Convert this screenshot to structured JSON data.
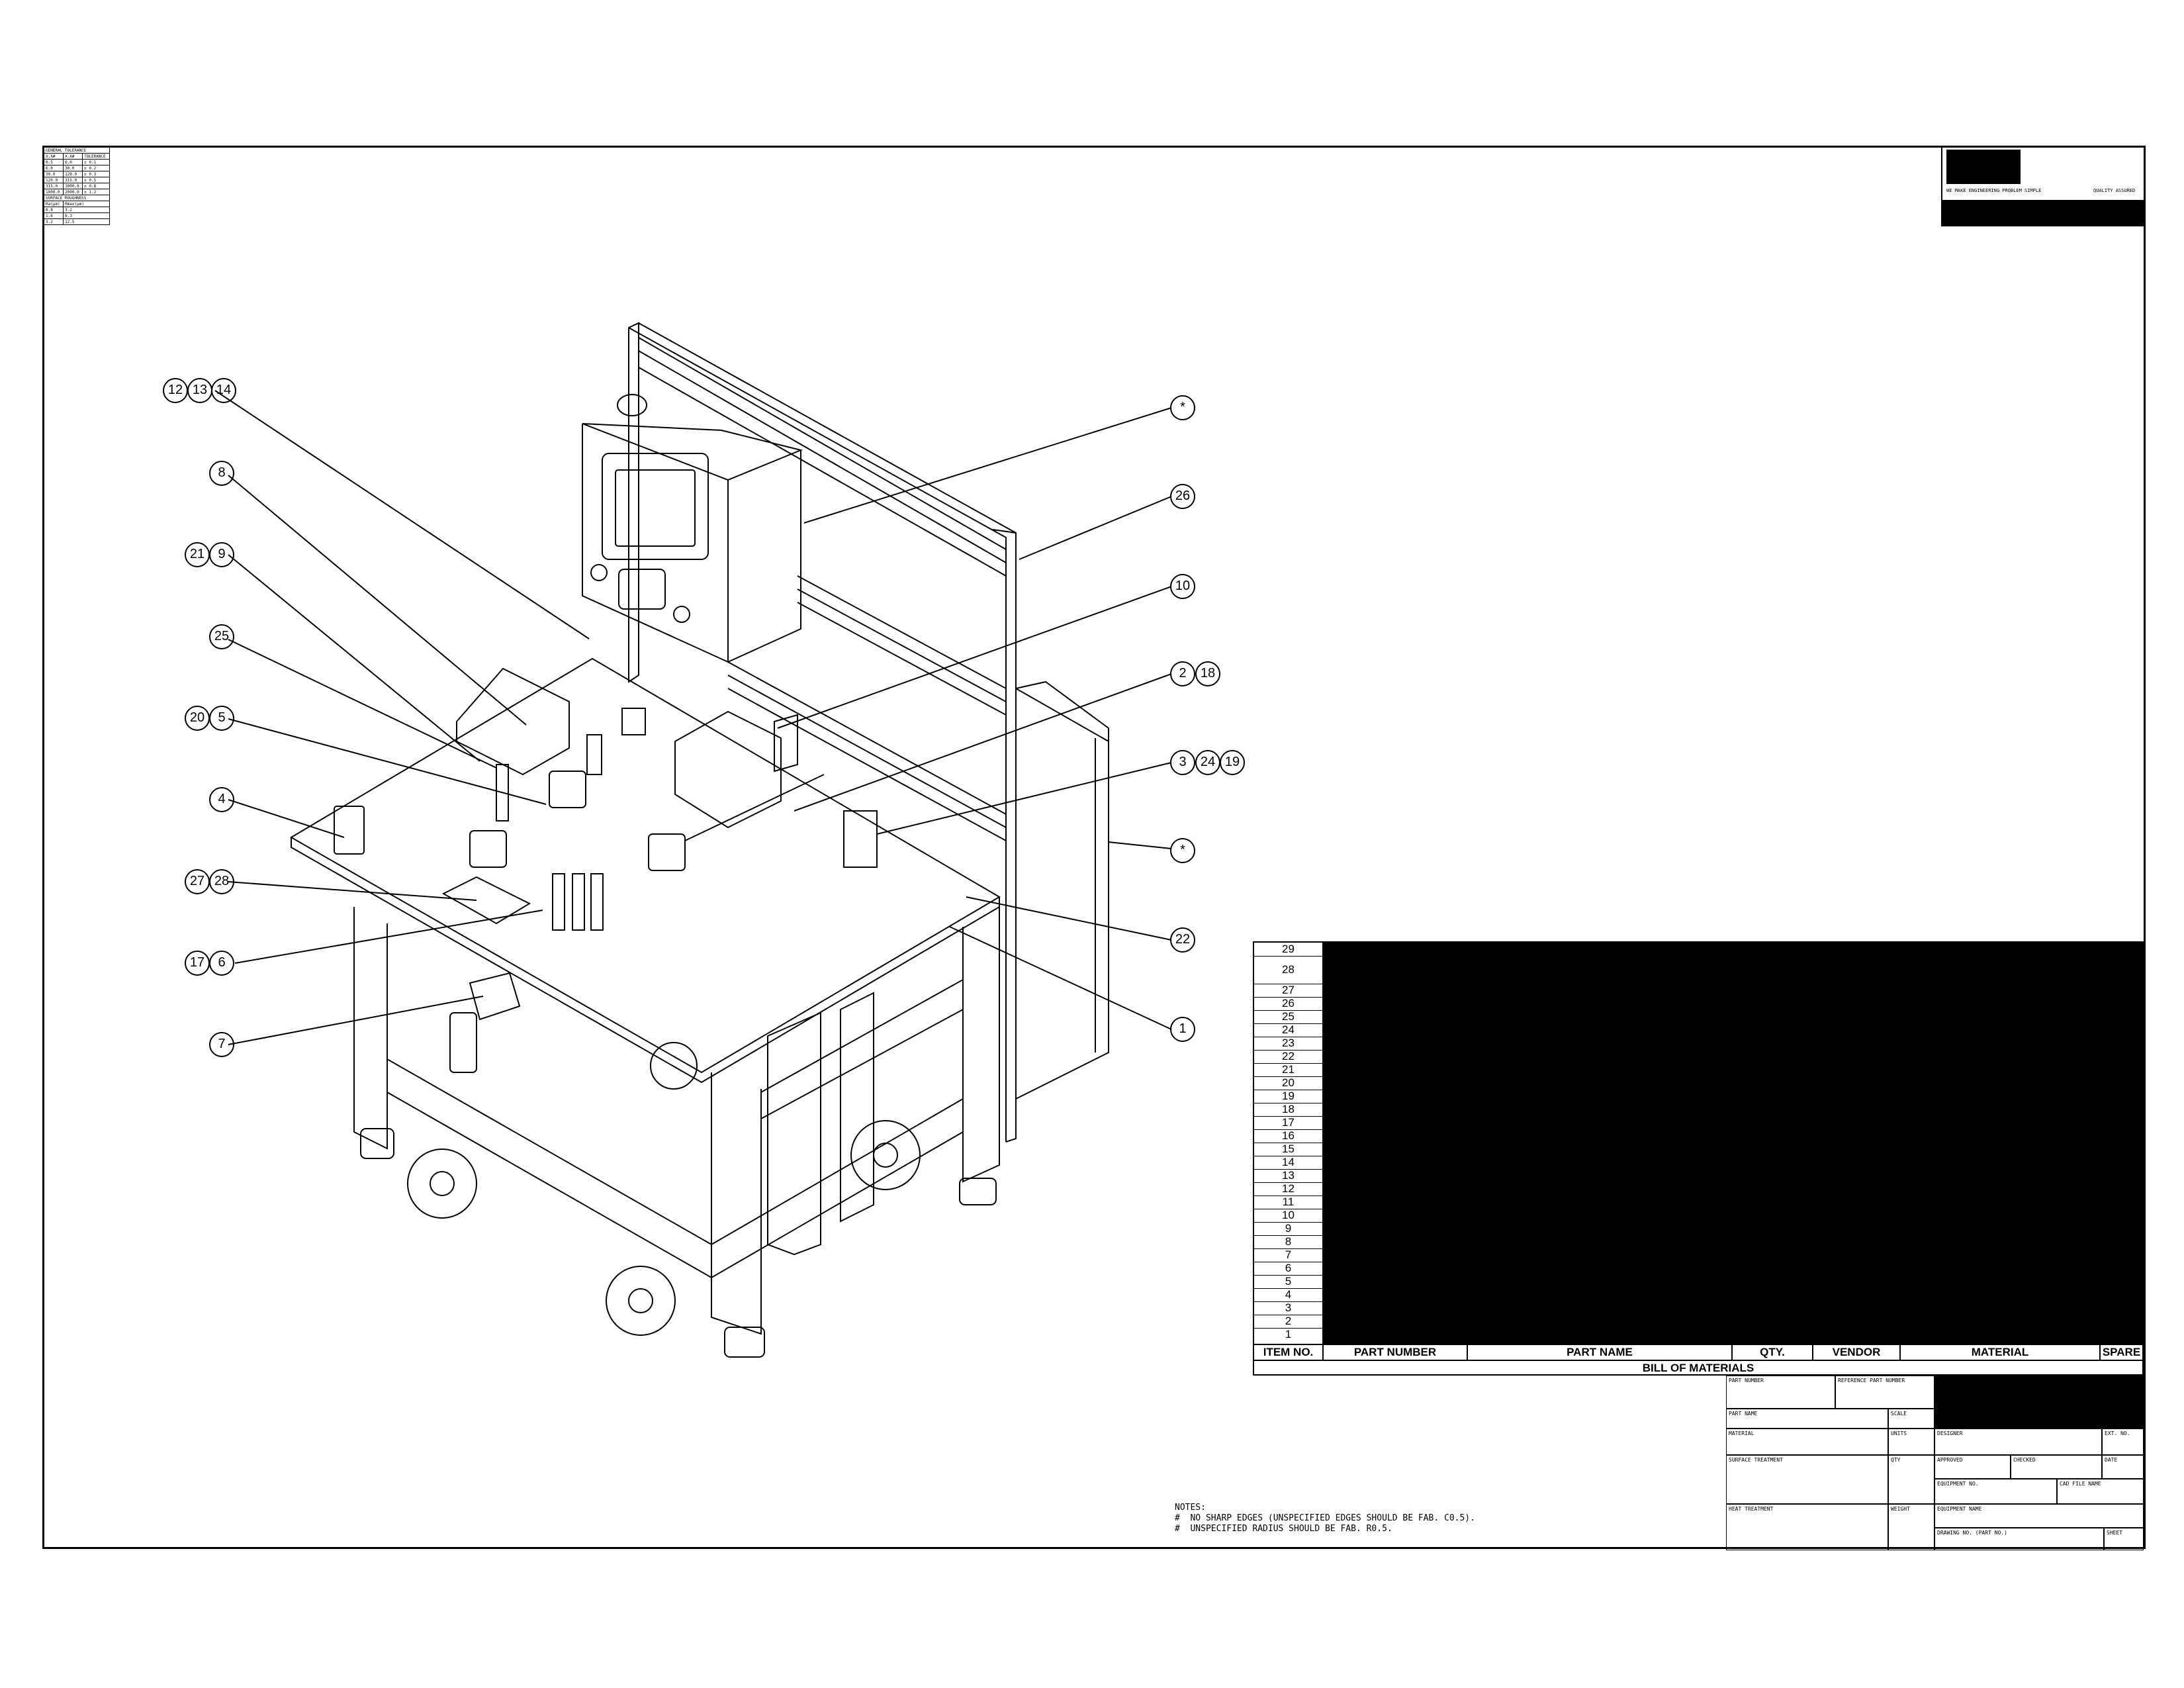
{
  "tolerance_table": {
    "title": "GENERAL TOLERANCE",
    "header": [
      "X.X#",
      "X.X#",
      "TOLERANCE"
    ],
    "rows": [
      [
        "0.5",
        "6.0",
        "± 0.1"
      ],
      [
        "6.0",
        "30.0",
        "± 0.2"
      ],
      [
        "30.0",
        "120.0",
        "± 0.3"
      ],
      [
        "120.0",
        "315.0",
        "± 0.5"
      ],
      [
        "315.0",
        "1000.0",
        "± 0.8"
      ],
      [
        "1000.0",
        "2000.0",
        "± 1.2"
      ]
    ],
    "roughness_title": "SURFACE ROUGHNESS",
    "roughness_header": [
      "Ra(μm)",
      "Rmax(μm)"
    ],
    "roughness_rows": [
      [
        "0.8",
        "3.2"
      ],
      [
        "1.6",
        "6.3"
      ],
      [
        "3.2",
        "12.5"
      ]
    ]
  },
  "top_right": {
    "left_text": "WE MAKE ENGINEERING PROBLEM SIMPLE",
    "right_text": "QUALITY ASSURED"
  },
  "balloons": [
    {
      "id": "b12",
      "label": "12"
    },
    {
      "id": "b13",
      "label": "13"
    },
    {
      "id": "b14",
      "label": "14"
    },
    {
      "id": "b8",
      "label": "8"
    },
    {
      "id": "b21",
      "label": "21"
    },
    {
      "id": "b9",
      "label": "9"
    },
    {
      "id": "b25",
      "label": "25"
    },
    {
      "id": "b20",
      "label": "20"
    },
    {
      "id": "b5",
      "label": "5"
    },
    {
      "id": "b4",
      "label": "4"
    },
    {
      "id": "b27",
      "label": "27"
    },
    {
      "id": "b28",
      "label": "28"
    },
    {
      "id": "b17",
      "label": "17"
    },
    {
      "id": "b6",
      "label": "6"
    },
    {
      "id": "b7",
      "label": "7"
    },
    {
      "id": "bstar1",
      "label": "*"
    },
    {
      "id": "b26",
      "label": "26"
    },
    {
      "id": "b10",
      "label": "10"
    },
    {
      "id": "b2",
      "label": "2"
    },
    {
      "id": "b18",
      "label": "18"
    },
    {
      "id": "b3",
      "label": "3"
    },
    {
      "id": "b24",
      "label": "24"
    },
    {
      "id": "b19",
      "label": "19"
    },
    {
      "id": "bstar2",
      "label": "*"
    },
    {
      "id": "b22",
      "label": "22"
    },
    {
      "id": "b1",
      "label": "1"
    }
  ],
  "bom": {
    "item_numbers": [
      "29",
      "28",
      "27",
      "26",
      "25",
      "24",
      "23",
      "22",
      "21",
      "20",
      "19",
      "18",
      "17",
      "16",
      "15",
      "14",
      "13",
      "12",
      "11",
      "10",
      "9",
      "8",
      "7",
      "6",
      "5",
      "4",
      "3",
      "2",
      "1"
    ],
    "headers": {
      "item_no": "ITEM NO.",
      "part_number": "PART NUMBER",
      "part_name": "PART NAME",
      "qty": "QTY.",
      "vendor": "VENDOR",
      "material": "MATERIAL",
      "spare": "SPARE"
    },
    "title": "BILL OF MATERIALS"
  },
  "title_block": {
    "part_number": "PART NUMBER",
    "part_number_value": "REFERENCE PART NUMBER",
    "part_name": "PART NAME",
    "scale": "SCALE",
    "material": "MATERIAL",
    "units": "UNITS",
    "designer": "DESIGNER",
    "ext_no": "EXT. NO.",
    "surface_treatment": "SURFACE TREATMENT",
    "qty": "QTY",
    "approved": "APPROVED",
    "checked": "CHECKED",
    "date": "DATE",
    "equipment_no": "EQUIPMENT NO.",
    "cad_file_name": "CAD FILE NAME",
    "heat_treatment": "HEAT TREATMENT",
    "weight": "WEIGHT",
    "equipment_name": "EQUIPMENT NAME",
    "drawing_no": "DRAWING NO. (PART NO.)",
    "sheet": "SHEET"
  },
  "notes": {
    "title": "NOTES:",
    "line1": "#  NO SHARP EDGES (UNSPECIFIED EDGES SHOULD BE FAB. C0.5).",
    "line2": "#  UNSPECIFIED RADIUS SHOULD BE FAB. R0.5."
  }
}
